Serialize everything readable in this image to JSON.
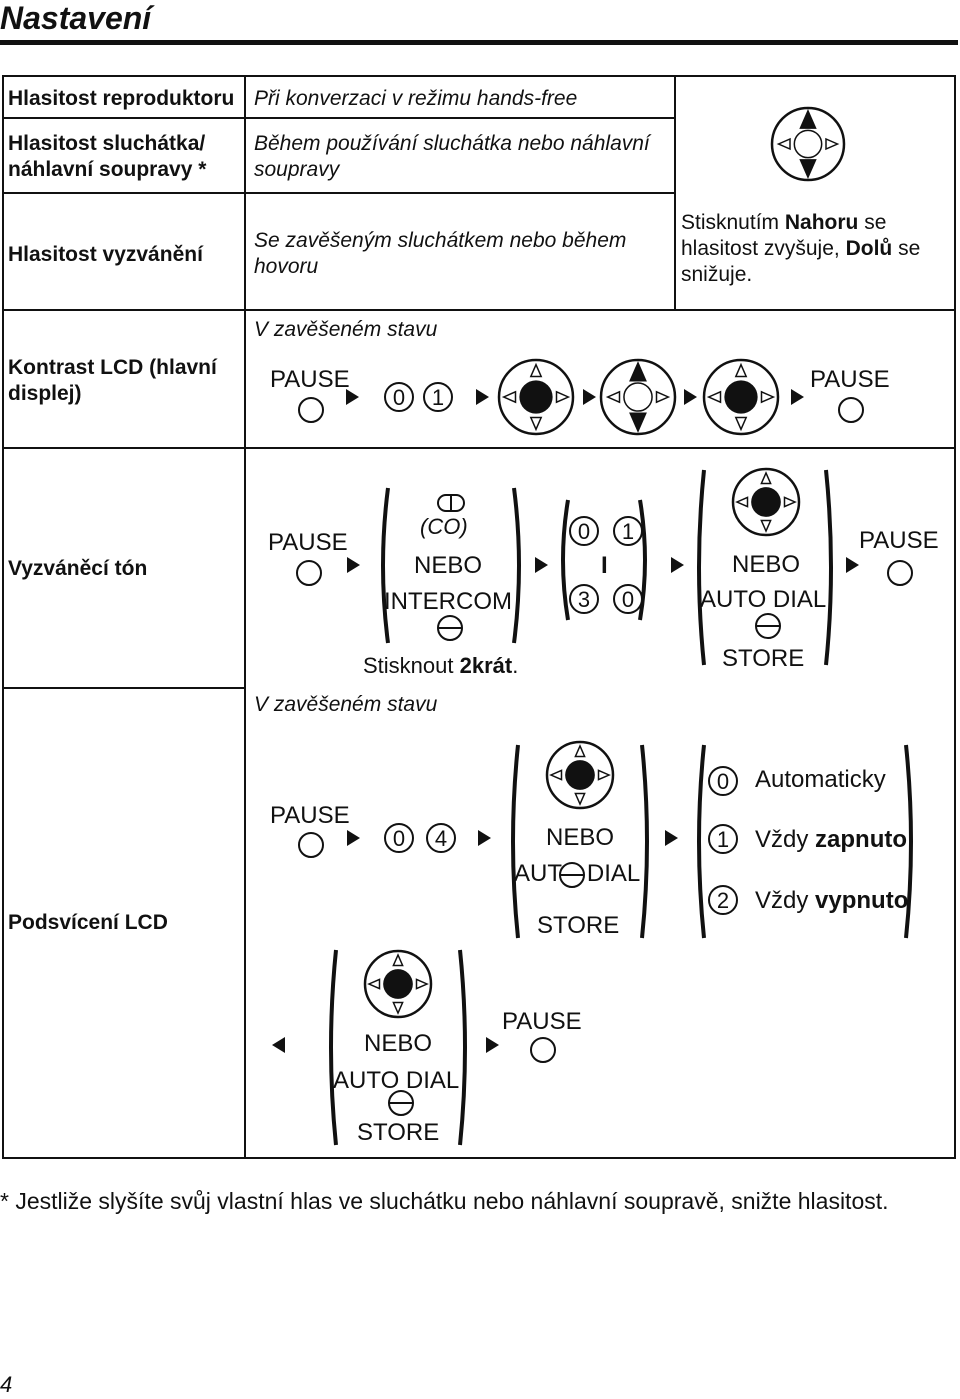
{
  "page": {
    "title": "Nastavení",
    "page_number": "4"
  },
  "rows": {
    "speaker": {
      "label": "Hlasitost reproduktoru",
      "desc": "Při konverzaci v režimu hands-free"
    },
    "handset": {
      "label": "Hlasitost sluchátka/ náhlavní soupravy *",
      "desc": "Během používání sluchátka nebo náhlavní soupravy"
    },
    "ringer": {
      "label": "Hlasitost vyzvánění",
      "desc": "Se zavěšeným sluchátkem nebo během hovoru"
    },
    "volume_note": {
      "pre": "Stisknutím ",
      "up": "Nahoru",
      "mid": " se hlasitost zvyšuje, ",
      "down": "Dolů",
      "post": " se snižuje."
    },
    "contrast": {
      "label": "Kontrast LCD (hlavní displej)",
      "desc": "V zavěšeném stavu"
    },
    "ringtone": {
      "label": "Vyzváněcí tón"
    },
    "backlight": {
      "label": "Podsvícení LCD",
      "desc": "V zavěšeném stavu"
    }
  },
  "keys": {
    "pause": "PAUSE",
    "nebo": "NEBO",
    "intercom": "INTERCOM",
    "co": "(CO)",
    "auto_dial": "AUTO DIAL",
    "store": "STORE",
    "press_twice_pre": "Stisknout ",
    "press_twice_bold": "2krát",
    "press_twice_post": ".",
    "range_sep": "I"
  },
  "digits": {
    "d0": "0",
    "d1": "1",
    "d2": "2",
    "d3": "3",
    "d4": "4"
  },
  "backlight_options": [
    {
      "digit": "0",
      "text": "Automaticky",
      "bold": ""
    },
    {
      "digit": "1",
      "text": "Vždy ",
      "bold": "zapnuto"
    },
    {
      "digit": "2",
      "text": "Vždy ",
      "bold": "vypnuto"
    }
  ],
  "footnote": "* Jestliže slyšíte svůj vlastní hlas ve sluchátku nebo náhlavní soupravě, snižte hlasitost.",
  "icons": [
    "navigator-icon",
    "pause-button-icon",
    "arrow-right-icon",
    "arrow-left-icon",
    "digit-key-icon",
    "button-icon",
    "bracket-icon"
  ]
}
